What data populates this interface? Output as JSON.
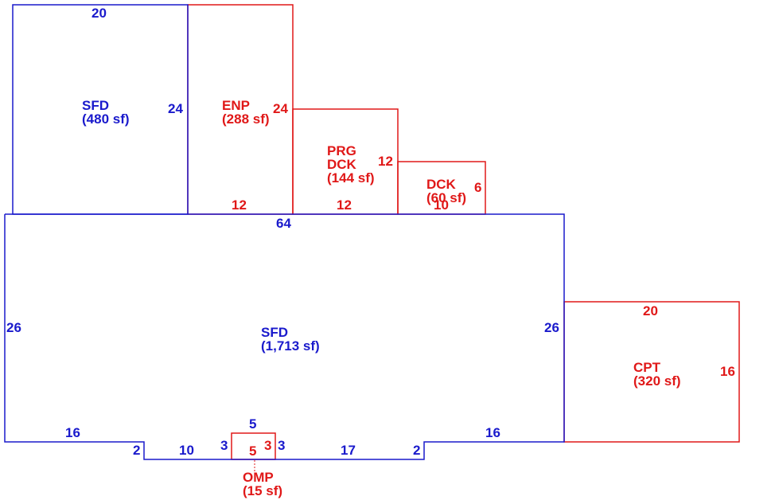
{
  "colors": {
    "living": "#1a1acc",
    "addition": "#e01818"
  },
  "areas": {
    "sfd_upper": {
      "code": "SFD",
      "area": "(480 sf)"
    },
    "enp": {
      "code": "ENP",
      "area": "(288 sf)"
    },
    "prg_dck": {
      "code_line1": "PRG",
      "code_line2": "DCK",
      "area": "(144 sf)"
    },
    "dck": {
      "code": "DCK",
      "area": "(60 sf)"
    },
    "sfd_main": {
      "code": "SFD",
      "area": "(1,713 sf)"
    },
    "cpt": {
      "code": "CPT",
      "area": "(320 sf)"
    },
    "omp": {
      "code": "OMP",
      "area": "(15 sf)"
    }
  },
  "dimensions": {
    "sfd_upper_top": "20",
    "sfd_upper_right": "24",
    "enp_right": "24",
    "enp_bottom": "12",
    "prg_bottom": "12",
    "prg_right": "12",
    "dck_right": "6",
    "dck_bottom": "10",
    "main_top": "64",
    "main_left": "26",
    "main_right": "26",
    "cpt_top": "20",
    "cpt_right": "16",
    "main_bottom_left": "16",
    "main_bottom_right": "16",
    "notch_left_step": "2",
    "notch_right_step": "2",
    "bottom_left_run": "10",
    "bottom_right_run": "17",
    "omp_left_outer": "3",
    "omp_right_outer": "3",
    "omp_top": "5",
    "omp_bottom": "5",
    "omp_right_inner": "3"
  }
}
